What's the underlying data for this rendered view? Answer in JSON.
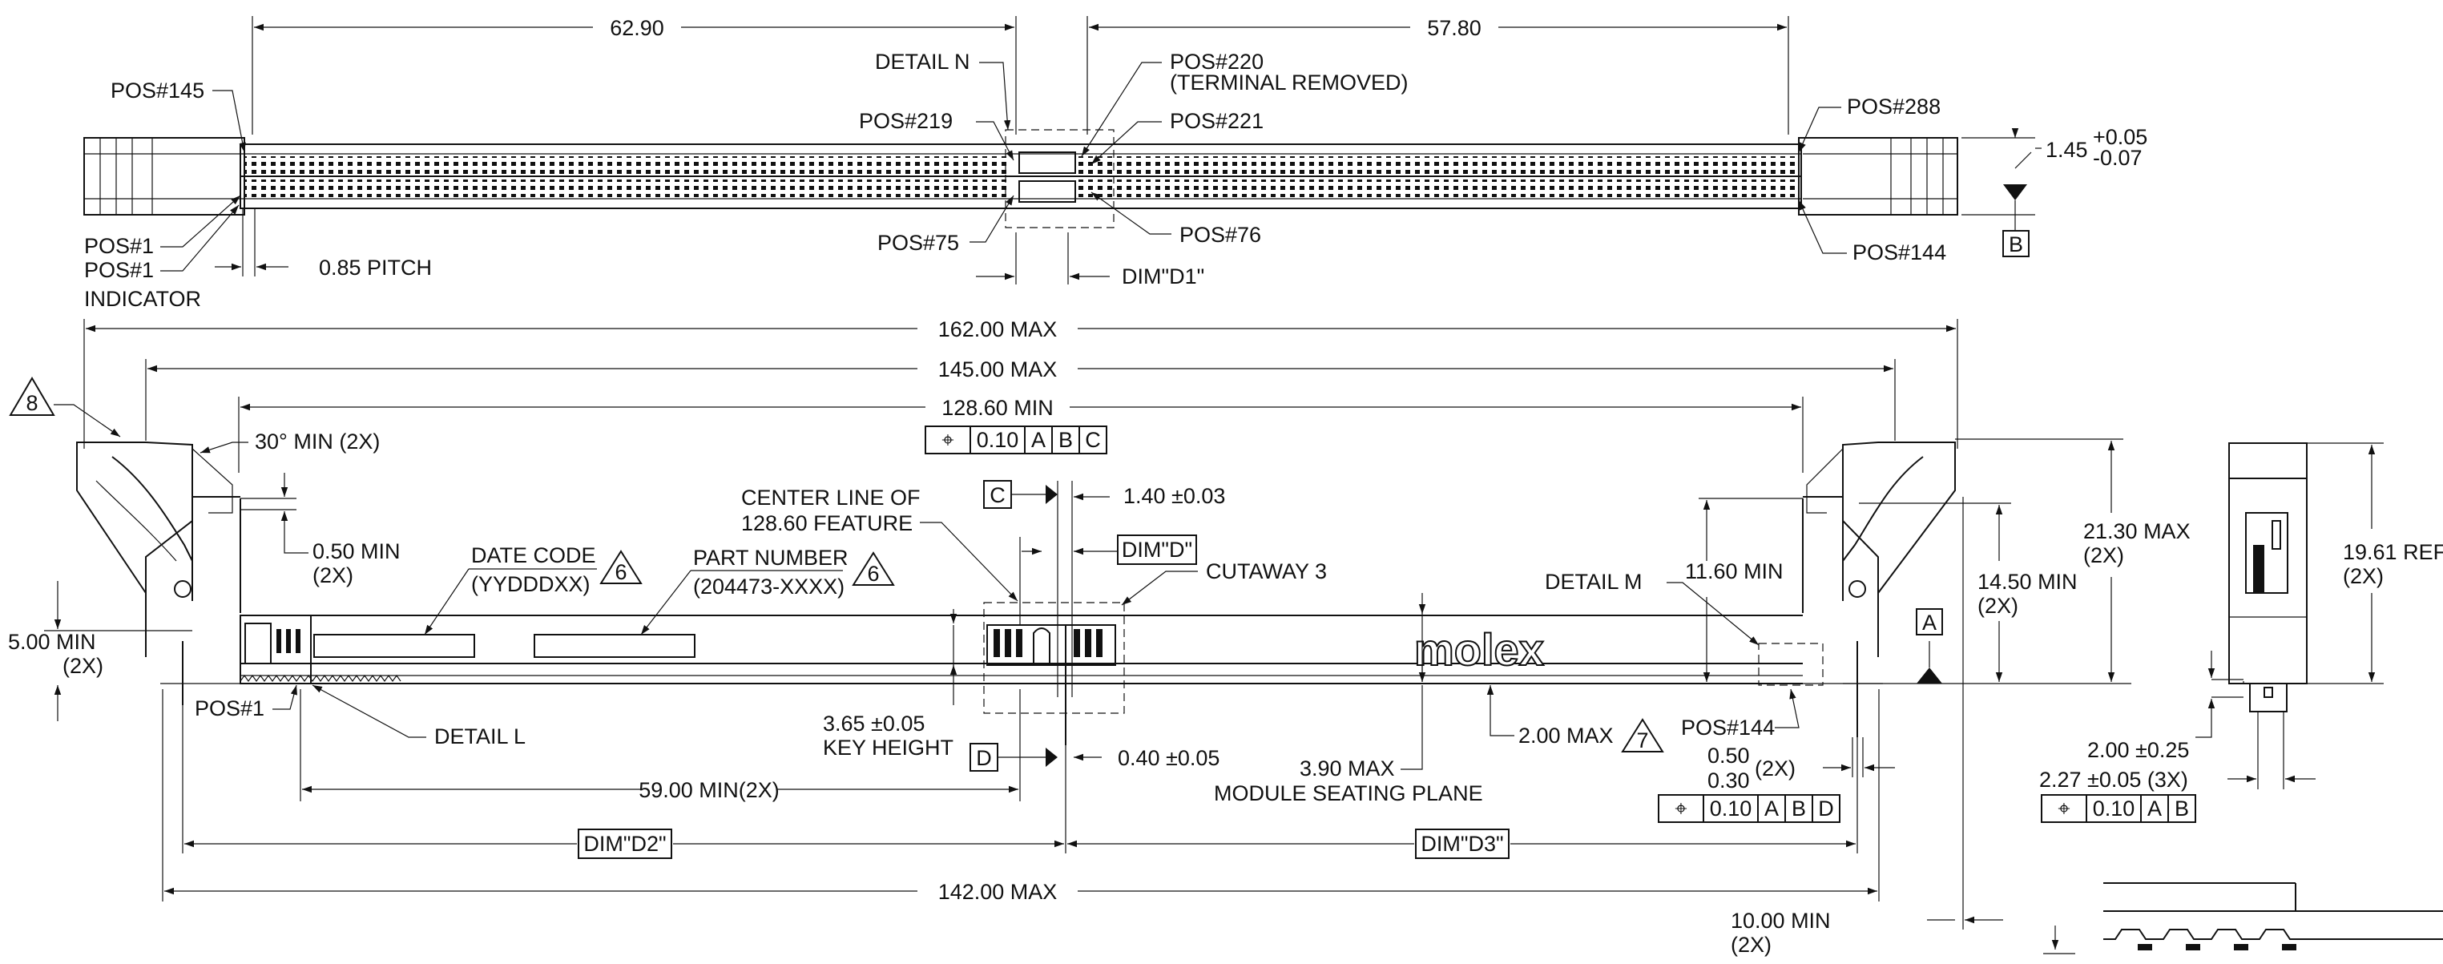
{
  "top_view": {
    "dim_left": "62.90",
    "dim_right": "57.80",
    "detail_n": "DETAIL N",
    "pos145": "POS#145",
    "pos220": "POS#220",
    "terminal_removed": "(TERMINAL REMOVED)",
    "pos219": "POS#219",
    "pos221": "POS#221",
    "pos288": "POS#288",
    "tol_value": "1.45",
    "tol_plus": "+0.05",
    "tol_minus": "-0.07",
    "pos1": "POS#1",
    "pos1_indicator_a": "POS#1",
    "pos1_indicator_b": "INDICATOR",
    "pitch": "0.85 PITCH",
    "pos75": "POS#75",
    "pos76": "POS#76",
    "pos144": "POS#144",
    "dim_d1": "DIM\"D1\"",
    "datum_b": "B"
  },
  "front_view": {
    "max162": "162.00 MAX",
    "max145": "145.00 MAX",
    "min128": "128.60 MIN",
    "fcf1": [
      "⌖",
      "0.10",
      "A",
      "B",
      "C"
    ],
    "note8": "8",
    "angle": "30° MIN (2X)",
    "min050": "0.50 MIN",
    "min050_qty": "(2X)",
    "date_code": "DATE CODE",
    "date_code_fmt": "(YYDDDXX)",
    "note6a": "6",
    "part_number": "PART NUMBER",
    "part_number_fmt": "(204473-XXXX)",
    "note6b": "6",
    "center_line_a": "CENTER LINE OF",
    "center_line_b": "128.60 FEATURE",
    "datum_c": "C",
    "dim140": "1.40 ±0.03",
    "dim_d": "DIM\"D\"",
    "cutaway": "CUTAWAY 3",
    "detail_m": "DETAIL M",
    "min1160": "11.60 MIN",
    "min1450": "14.50 MIN",
    "min1450_qty": "(2X)",
    "max2130": "21.30 MAX",
    "max2130_qty": "(2X)",
    "ref1961": "19.61 REF",
    "ref1961_qty": "(2X)",
    "datum_a": "A",
    "min500": "5.00 MIN",
    "min500_qty": "(2X)",
    "logo": "molex",
    "pos1": "POS#1",
    "detail_l": "DETAIL L",
    "key_height_a": "3.65 ±0.05",
    "key_height_b": "KEY HEIGHT",
    "datum_d": "D",
    "dim040": "0.40 ±0.05",
    "max200": "2.00 MAX",
    "note7": "7",
    "pos144": "POS#144",
    "dim050": "0.50",
    "dim030": "0.30",
    "dim05_qty": "(2X)",
    "max390": "3.90 MAX",
    "seating_plane": "MODULE SEATING PLANE",
    "fcf2": [
      "⌖",
      "0.10",
      "A",
      "B",
      "D"
    ],
    "min5900": "59.00 MIN(2X)",
    "dim_d2": "DIM\"D2\"",
    "dim_d3": "DIM\"D3\"",
    "max142": "142.00 MAX",
    "min1000": "10.00 MIN",
    "min1000_qty": "(2X)"
  },
  "side_view": {
    "dim200": "2.00 ±0.25",
    "dim227": "2.27 ±0.05 (3X)",
    "fcf3": [
      "⌖",
      "0.10",
      "A",
      "B"
    ]
  }
}
